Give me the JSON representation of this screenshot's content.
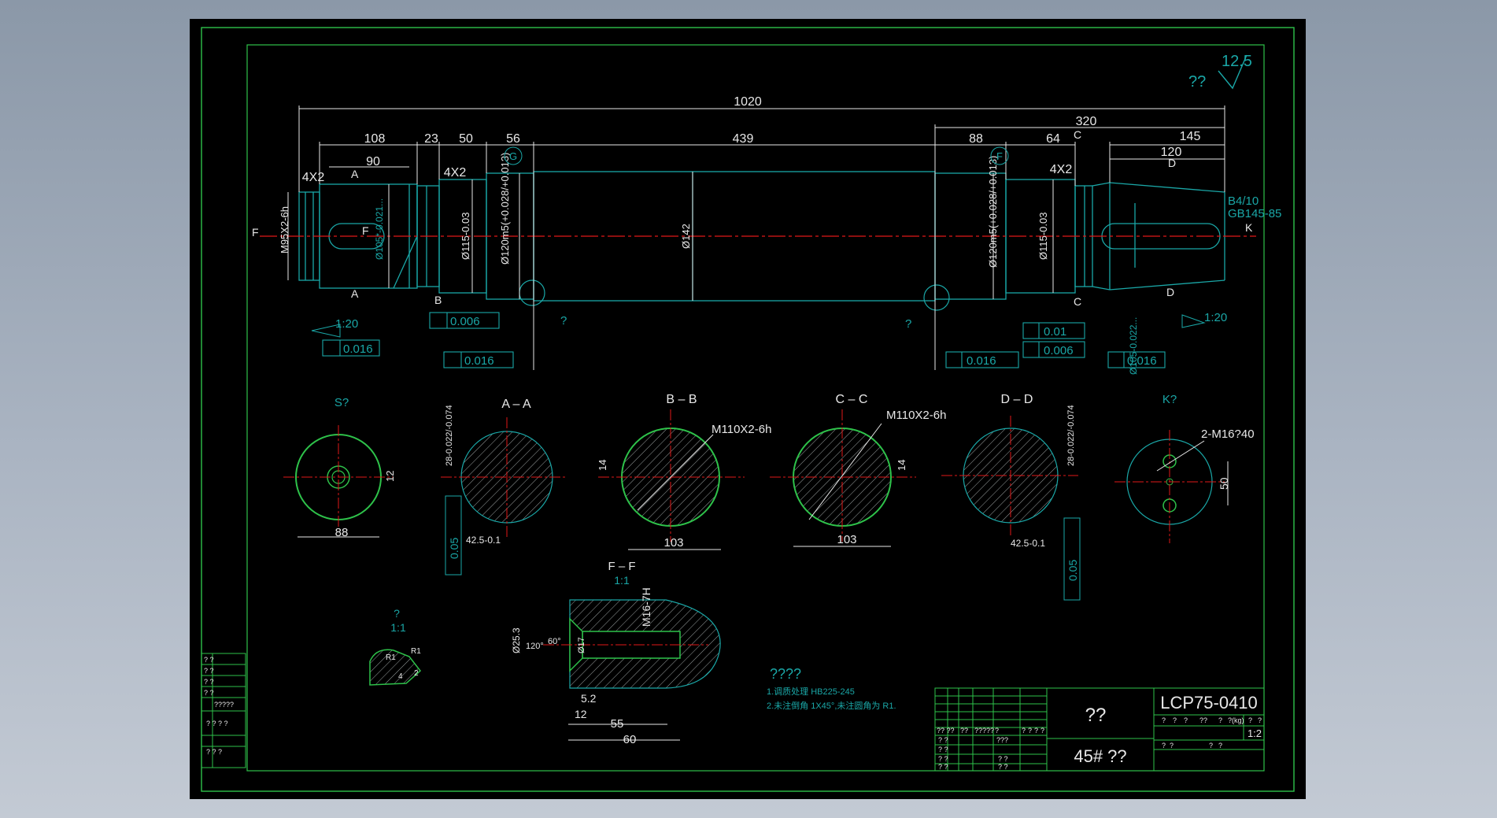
{
  "colors": {
    "background": "#000000",
    "border": "#2ec24a",
    "outline": "#1aa7a7",
    "centerline": "#e01818",
    "dimension": "#e8e8e8",
    "annotation": "#1aa7a7",
    "circle": "#2ec24a",
    "hatch": "#9aa0a0"
  },
  "dims": {
    "overall": "1020",
    "d108": "108",
    "d23": "23",
    "d50": "50",
    "d56": "56",
    "d439": "439",
    "d88": "88",
    "d64": "64",
    "d320": "320",
    "d145": "145",
    "d120": "120",
    "d90": "90",
    "chamfer_4x2": "4X2",
    "chamfer_4x2b": "4X2",
    "chamfer_4x2c": "4X2"
  },
  "labels": {
    "thread_left": "M95X2-6h",
    "dia_105": "Ø105*-0.021...",
    "dia_115_left": "Ø115-0.03",
    "dia_120_left": "Ø120m5(+0.028/+0.013)",
    "dia_142": "Ø142",
    "dia_120_right": "Ø120m5(+0.028/+0.013)",
    "dia_115_right": "Ø115-0.03",
    "dia_right_end": "Ø105-0.022...",
    "datum_g": "G",
    "datum_f": "F",
    "sec_a": "A",
    "sec_b": "B",
    "sec_c": "C",
    "sec_d": "D",
    "f_mark": "F",
    "k_mark": "K",
    "taper_left": "1:20",
    "taper_right": "1:20",
    "b410": "B4/10",
    "gb145": "GB145-85",
    "rough_top_q": "??",
    "rough_top_val": "12.5",
    "tol_left_1": "0.016",
    "tol_left_2": "0.006",
    "tol_left_3": "0.016",
    "tol_right_1": "0.016",
    "tol_right_2": "0.01",
    "tol_right_3": "0.006",
    "tol_right_4": "0.016",
    "q_mark": "?",
    "q_mark2": "?"
  },
  "sections": {
    "s_title": "S?",
    "s_dim": "88",
    "s_keyway": "12",
    "aa_title": "A – A",
    "aa_key": "28-0.022/-0.074",
    "aa_dim": "42.5-0.1",
    "aa_tol": "0.05",
    "bb_title": "B – B",
    "bb_thread": "M110X2-6h",
    "bb_dim": "103",
    "bb_slot": "14",
    "cc_title": "C – C",
    "cc_thread": "M110X2-6h",
    "cc_dim": "103",
    "cc_slot": "14",
    "dd_title": "D – D",
    "dd_key": "28-0.022/-0.074",
    "dd_dim": "42.5-0.1",
    "dd_tol": "0.05",
    "k_title": "K?",
    "k_holes": "2-M16?40",
    "k_dim": "50",
    "ff_title": "F – F",
    "ff_scale": "1:1",
    "ff_thread": "M16-7H",
    "ff_d253": "Ø25.3",
    "ff_a120": "120°",
    "ff_a60": "60°",
    "ff_d17": "Ø17",
    "ff_52": "5.2",
    "ff_12": "12",
    "ff_55": "55",
    "ff_60": "60",
    "detail_title": "?",
    "detail_scale": "1:1",
    "detail_r1": "R1",
    "detail_r1b": "R1",
    "detail_4": "4",
    "detail_2": "2"
  },
  "notes": {
    "title": "????",
    "line1": "1.调质处理 HB225-245",
    "line2": "2.未注倒角 1X45°,未注圆角为 R1."
  },
  "title_block": {
    "drawing_no": "LCP75-0410",
    "part_name": "??",
    "material": "45# ??",
    "scale": "1:2",
    "hdr_cells": [
      "?",
      "?",
      "?",
      "??",
      "?",
      "?(kg)",
      "?",
      "?"
    ],
    "row2_cells": [
      "?",
      "?",
      "?",
      "?"
    ],
    "left_cells": [
      "?? ??",
      "??",
      "?????",
      "?",
      "?",
      "?",
      "?",
      "?"
    ],
    "left_rows": [
      [
        "? ?",
        "",
        "???",
        ""
      ],
      [
        "? ?",
        "",
        "",
        ""
      ],
      [
        "? ?",
        "",
        "? ?",
        ""
      ],
      [
        "? ?",
        "",
        "? ?",
        ""
      ]
    ]
  },
  "side_table": {
    "rows": [
      "? ?",
      "? ?",
      "? ?",
      "? ?",
      "?????",
      "? ? ? ?",
      "? ? ?"
    ]
  }
}
